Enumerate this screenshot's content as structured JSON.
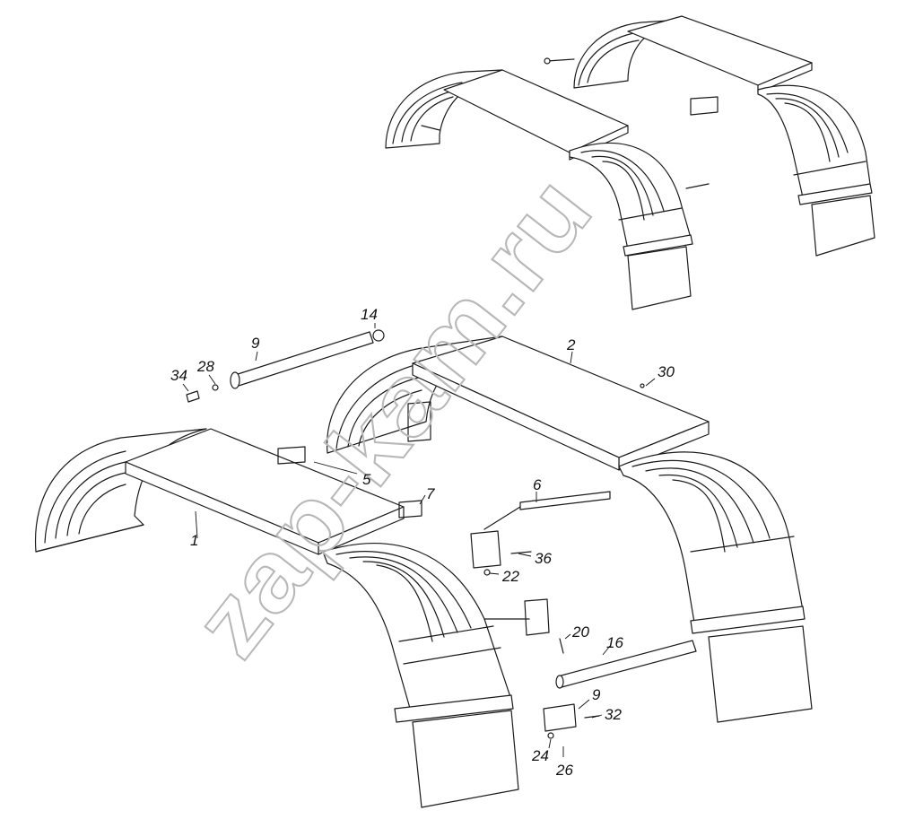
{
  "watermark": "zap-kam.ru",
  "callouts": [
    {
      "id": "c1",
      "label": "1"
    },
    {
      "id": "c2",
      "label": "2"
    },
    {
      "id": "c5",
      "label": "5"
    },
    {
      "id": "c6",
      "label": "6"
    },
    {
      "id": "c7",
      "label": "7"
    },
    {
      "id": "c9a",
      "label": "9"
    },
    {
      "id": "c9b",
      "label": "9"
    },
    {
      "id": "c14",
      "label": "14"
    },
    {
      "id": "c16",
      "label": "16"
    },
    {
      "id": "c20",
      "label": "20"
    },
    {
      "id": "c22",
      "label": "22"
    },
    {
      "id": "c24",
      "label": "24"
    },
    {
      "id": "c26",
      "label": "26"
    },
    {
      "id": "c28",
      "label": "28"
    },
    {
      "id": "c30",
      "label": "30"
    },
    {
      "id": "c32",
      "label": "32"
    },
    {
      "id": "c34",
      "label": "34"
    },
    {
      "id": "c36",
      "label": "36"
    }
  ]
}
